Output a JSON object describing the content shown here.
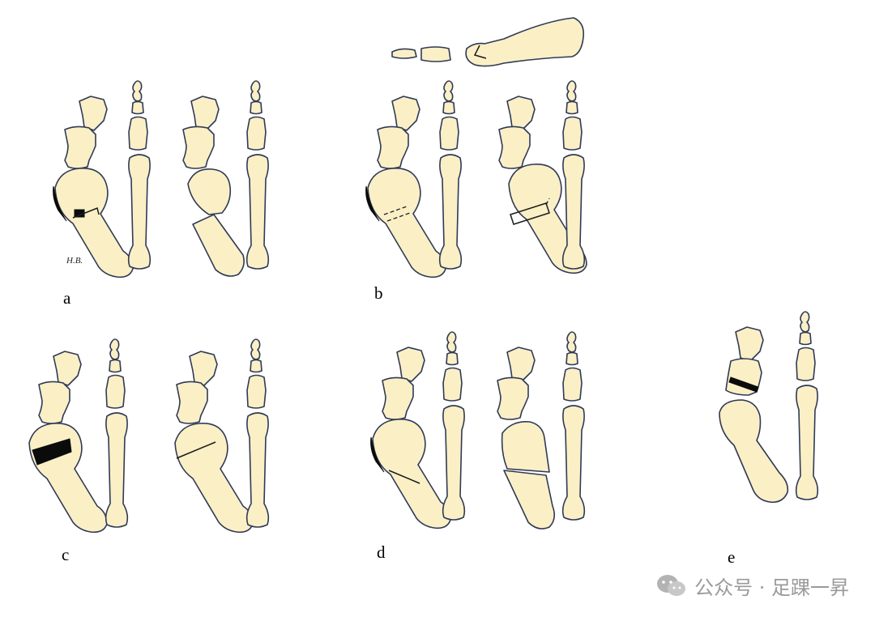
{
  "figure": {
    "panels": [
      {
        "label": "a"
      },
      {
        "label": "b"
      },
      {
        "label": "c"
      },
      {
        "label": "d"
      },
      {
        "label": "e"
      }
    ],
    "signature": "H.B."
  },
  "colors": {
    "bone_fill": "#fbefc6",
    "bone_outline": "#2f3a55",
    "wedge": "#0b0b0b",
    "watermark": "#9a9a9a"
  },
  "watermark": {
    "icon": "wechat-icon",
    "text": "公众号 · 足踝一昇"
  }
}
